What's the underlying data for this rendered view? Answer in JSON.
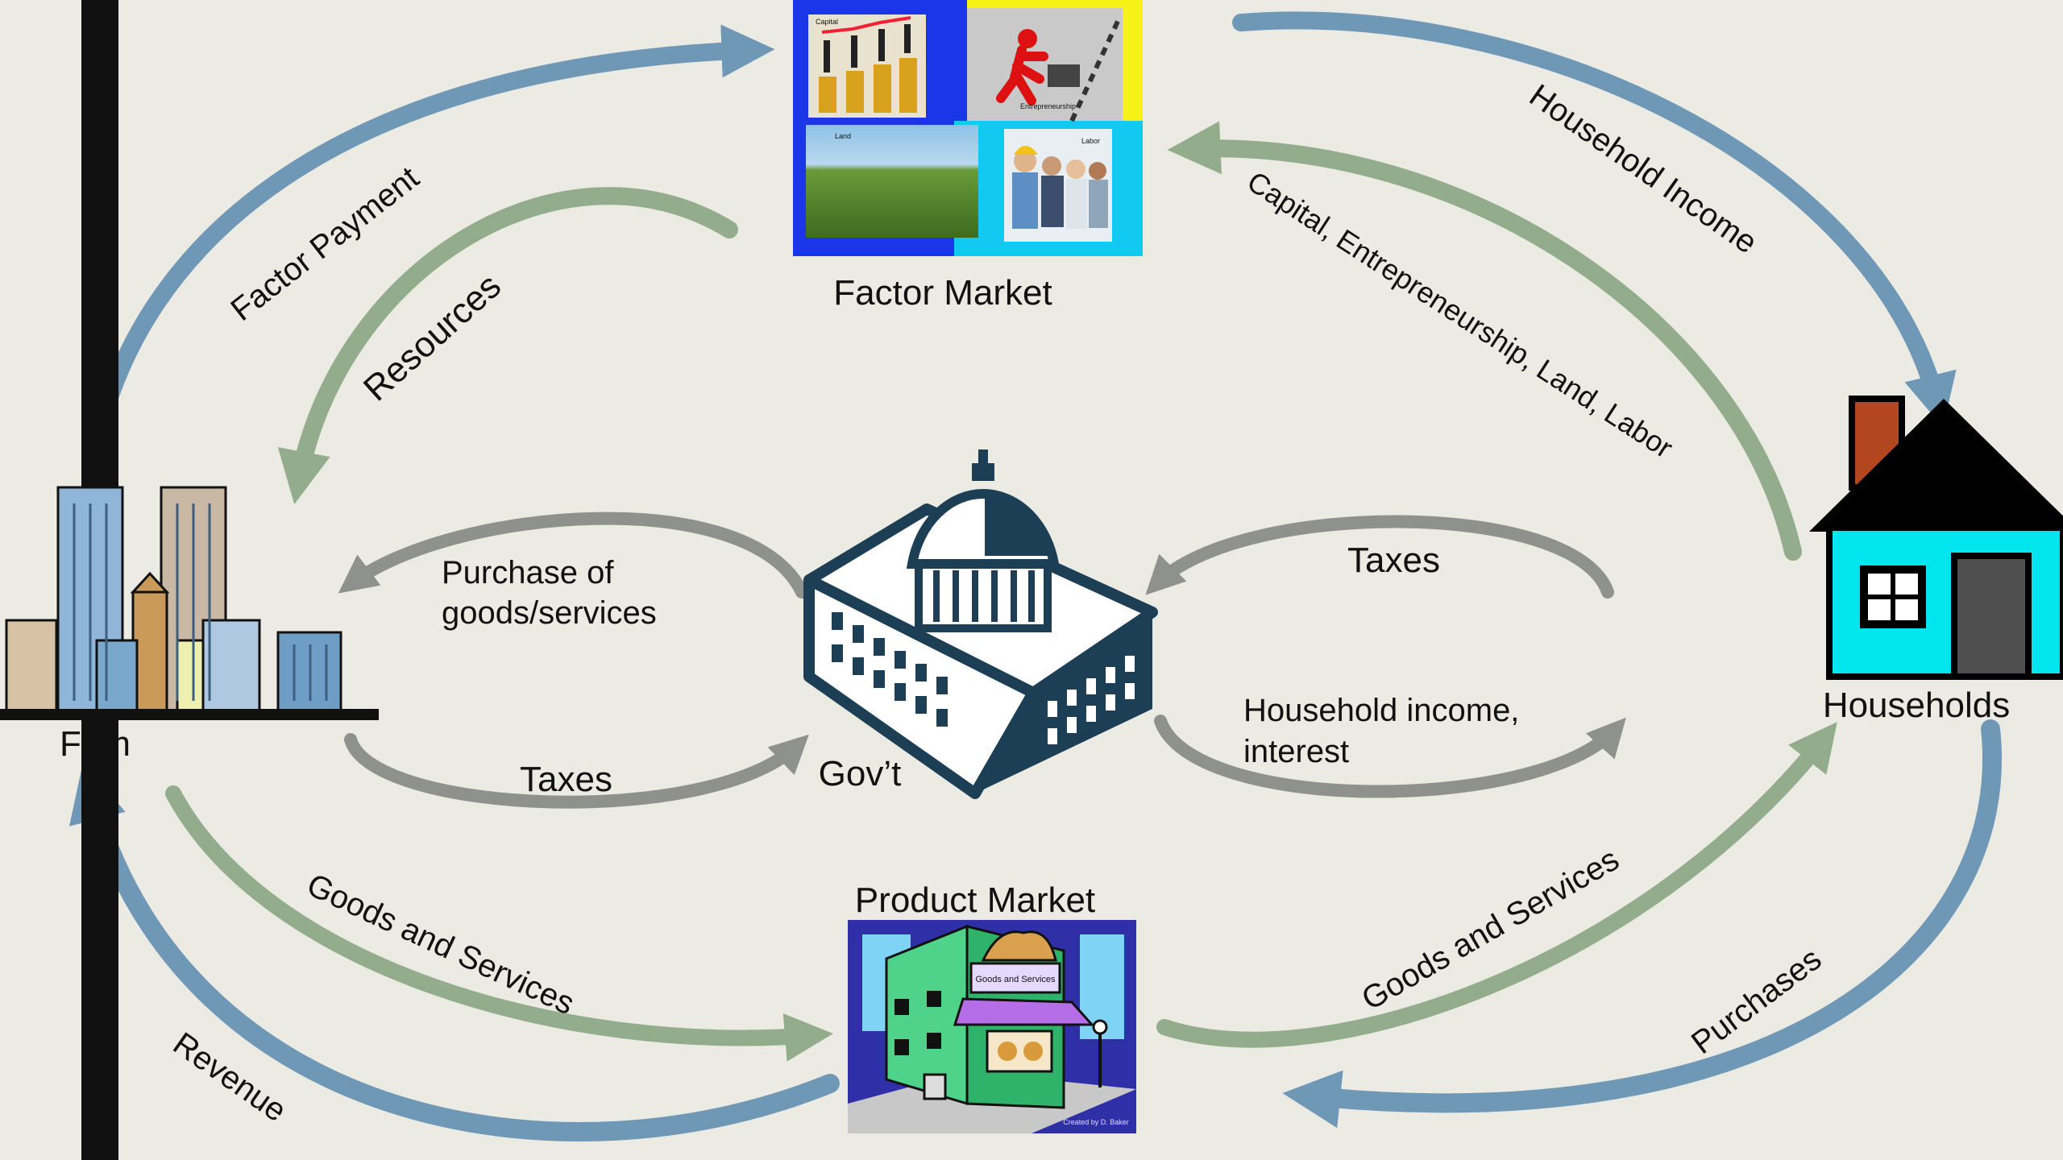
{
  "nodes": {
    "factor_market": "Factor Market",
    "product_market": "Product Market",
    "firm": "Firm",
    "households": "Households",
    "government": "Gov’t"
  },
  "flows": {
    "factor_payment": "Factor Payment",
    "resources": "Resources",
    "household_income": "Household Income",
    "factors": "Capital, Entrepreneurship, Land, Labor",
    "revenue": "Revenue",
    "goods_services_firm": "Goods and Services",
    "goods_services_households": "Goods and Services",
    "purchases": "Purchases",
    "gov_purchase_line1": "Purchase of",
    "gov_purchase_line2": "goods/services",
    "firm_taxes": "Taxes",
    "household_taxes": "Taxes",
    "household_income_line1": "Household income,",
    "household_income_line2": "interest"
  },
  "images": {
    "factor_market_panels": [
      "Capital",
      "Entrepreneurship",
      "Land",
      "Labor"
    ],
    "product_market_sign": "Goods and Services",
    "product_market_credit": "Created by D. Baker"
  },
  "colors": {
    "background": "#ecebe3",
    "blue_flow": "#6f97b6",
    "green_flow": "#93ad8c",
    "gray_flow": "#8e918c",
    "house_wall": "#00e5ee",
    "building_dark": "#1d3f55"
  }
}
